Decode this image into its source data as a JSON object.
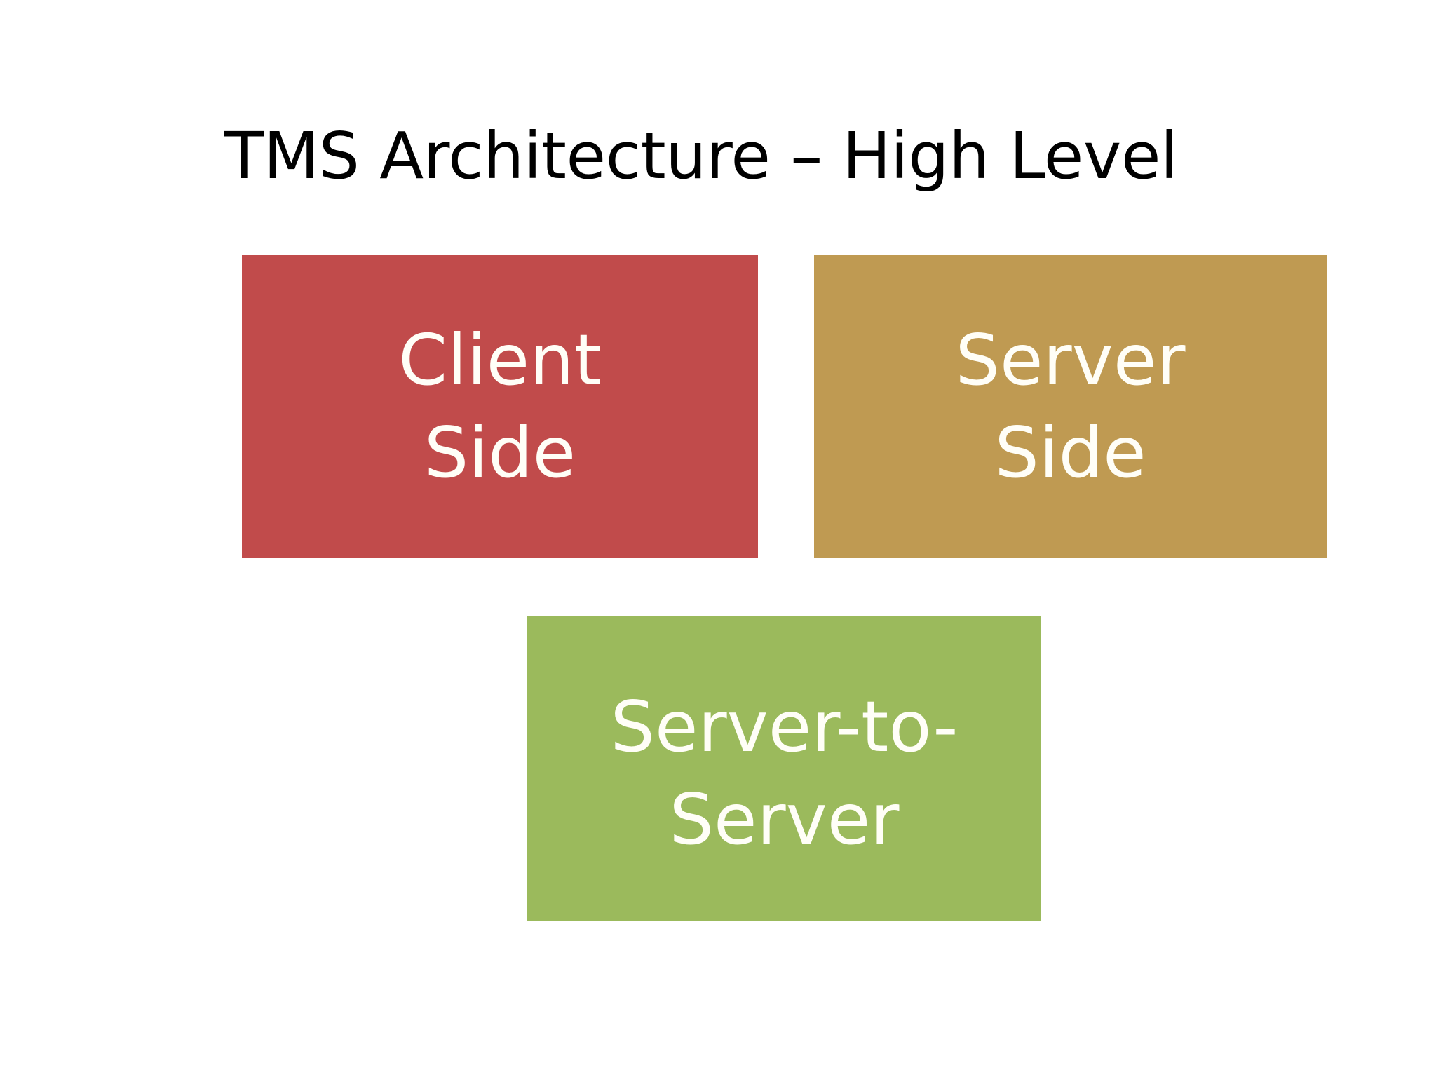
{
  "slide": {
    "background_color": "#ffffff",
    "title": "TMS Architecture – High Level",
    "title_color": "#000000"
  },
  "diagram": {
    "type": "block-diagram",
    "boxes": [
      {
        "id": "client-side",
        "label": "Client\nSide",
        "lines": [
          "Client",
          "Side"
        ],
        "fill_color": "#c14b4b",
        "text_color": "#fffef7",
        "column": "left",
        "row": "top"
      },
      {
        "id": "server-side",
        "label": "Server\nSide",
        "lines": [
          "Server",
          "Side"
        ],
        "fill_color": "#bf9a52",
        "text_color": "#fffef7",
        "column": "right",
        "row": "top"
      },
      {
        "id": "server-to-server",
        "label": "Server-to-\nServer",
        "lines": [
          "Server-to-",
          "Server"
        ],
        "fill_color": "#9bba5c",
        "text_color": "#fffef7",
        "column": "center",
        "row": "bottom"
      }
    ],
    "connectors": []
  }
}
